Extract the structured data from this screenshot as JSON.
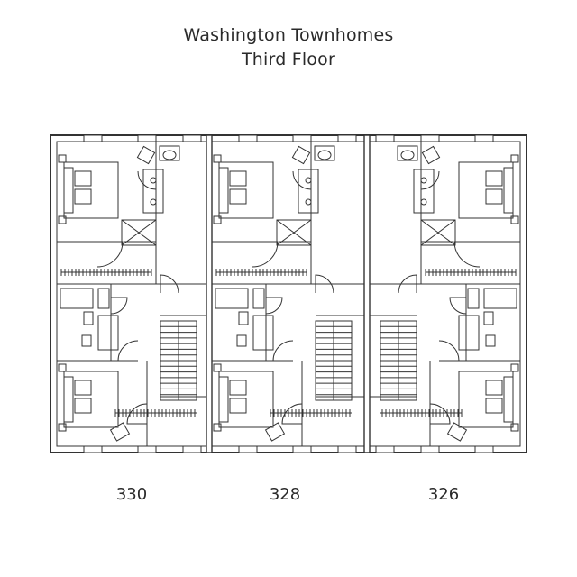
{
  "title": {
    "line1": "Washington Townhomes",
    "line2": "Third Floor"
  },
  "units": [
    {
      "number": "330"
    },
    {
      "number": "328"
    },
    {
      "number": "326"
    }
  ]
}
